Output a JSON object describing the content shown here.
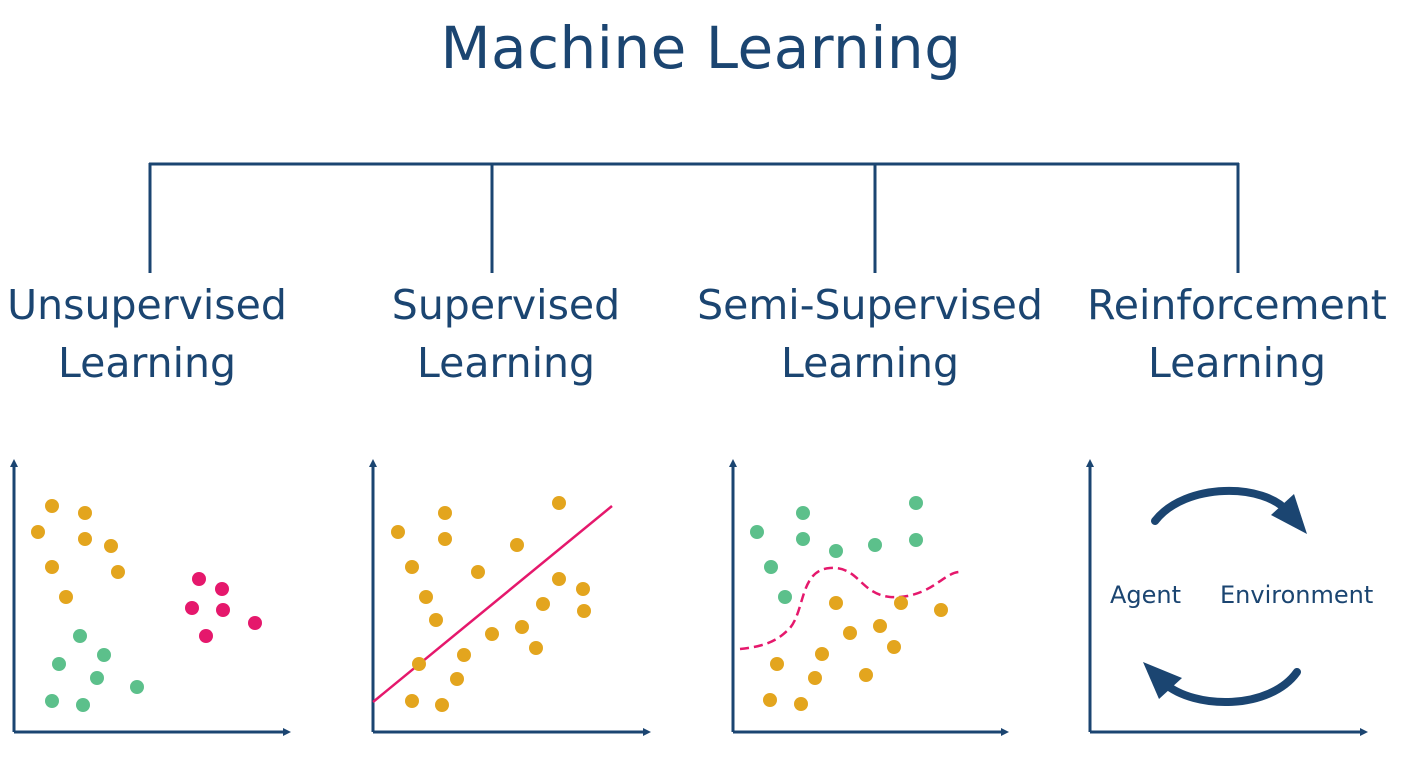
{
  "title": "Machine Learning",
  "categories": [
    {
      "line1": "Unsupervised",
      "line2": "Learning"
    },
    {
      "line1": "Supervised",
      "line2": "Learning"
    },
    {
      "line1": "Semi-Supervised",
      "line2": "Learning"
    },
    {
      "line1": "Reinforcement",
      "line2": "Learning"
    }
  ],
  "reinforcement": {
    "agent_label": "Agent",
    "environment_label": "Environment"
  },
  "colors": {
    "navy": "#1b4571",
    "orange": "#e3a51e",
    "green": "#5cc08b",
    "magenta": "#e5186c"
  },
  "icons": [
    "arrow-clockwise-top-icon",
    "arrow-clockwise-bottom-icon",
    "axis-arrow-icon"
  ]
}
